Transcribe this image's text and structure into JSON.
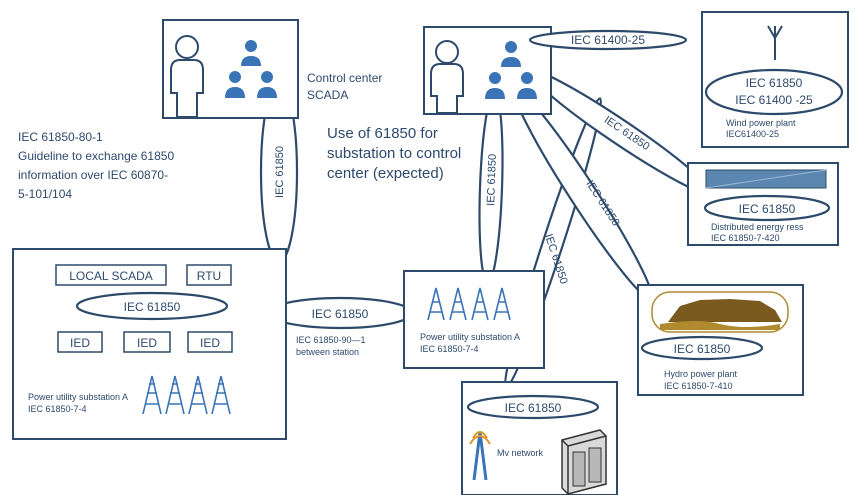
{
  "texts": {
    "control_center_1": "Control center",
    "control_center_2": "SCADA",
    "guideline_1": "IEC 61850-80-1",
    "guideline_2": "Guideline to exchange 61850",
    "guideline_3": "information over IEC 60870-",
    "guideline_4": "5-101/104",
    "use_1": "Use of 61850 for",
    "use_2": "substation to control",
    "use_3": "center (expected)",
    "iec61850": "IEC 61850",
    "iec61400_25": "IEC 61400-25",
    "wind_iec61400": "IEC 61400 -25",
    "local_scada": "LOCAL SCADA",
    "rtu": "RTU",
    "ied": "IED",
    "psu_a": "Power utility substation A",
    "iec_7_4": "IEC 61850-7-4",
    "between_1": "IEC 61850-90—1",
    "between_2": "between station",
    "wind_plant": "Wind power plant",
    "wind_std": "IEC61400-25",
    "der": "Distributed energy ress",
    "der_std": "IEC 61850-7-420",
    "hydro": "Hydro power plant",
    "hydro_std": "IEC 61850-7-410",
    "mv": "Mv network"
  },
  "colors": {
    "outline": "#2e4a6b",
    "text": "#2d4a6e",
    "accent_blue": "#3a74b7",
    "der_fill": "#5b86b0",
    "hydro_gold": "#b08a2e"
  }
}
